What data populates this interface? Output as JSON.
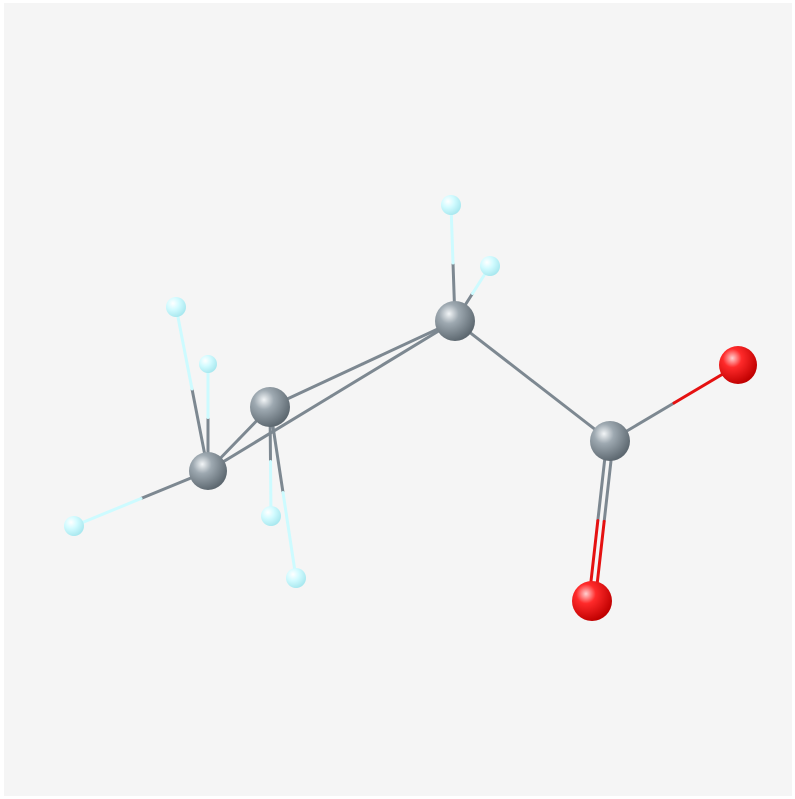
{
  "viewer": {
    "background": "#f5f5f5"
  },
  "element_colors": {
    "C": "#8f9aa3",
    "H": "#d6ffff",
    "O": "#ff1a1a"
  },
  "atoms": [
    {
      "id": "C1",
      "element": "C",
      "icon": "carbon-atom-icon"
    },
    {
      "id": "C2",
      "element": "C",
      "icon": "carbon-atom-icon"
    },
    {
      "id": "C3",
      "element": "C",
      "icon": "carbon-atom-icon"
    },
    {
      "id": "C4",
      "element": "C",
      "icon": "carbon-atom-icon"
    },
    {
      "id": "O1",
      "element": "O",
      "icon": "oxygen-atom-icon"
    },
    {
      "id": "O2",
      "element": "O",
      "icon": "oxygen-atom-icon"
    },
    {
      "id": "H1",
      "element": "H",
      "icon": "hydrogen-atom-icon"
    },
    {
      "id": "H2",
      "element": "H",
      "icon": "hydrogen-atom-icon"
    },
    {
      "id": "H3",
      "element": "H",
      "icon": "hydrogen-atom-icon"
    },
    {
      "id": "H4",
      "element": "H",
      "icon": "hydrogen-atom-icon"
    },
    {
      "id": "H5",
      "element": "H",
      "icon": "hydrogen-atom-icon"
    },
    {
      "id": "H6",
      "element": "H",
      "icon": "hydrogen-atom-icon"
    },
    {
      "id": "H7",
      "element": "H",
      "icon": "hydrogen-atom-icon"
    }
  ],
  "bonds": [
    {
      "a": "C1",
      "b": "C2",
      "order": 1
    },
    {
      "a": "C1",
      "b": "C3",
      "order": 1
    },
    {
      "a": "C3",
      "b": "C4",
      "order": 1
    },
    {
      "a": "C2",
      "b": "C3",
      "order": 1
    },
    {
      "a": "C4",
      "b": "O1",
      "order": 1
    },
    {
      "a": "C4",
      "b": "O2",
      "order": 2
    },
    {
      "a": "C1",
      "b": "H1",
      "order": 1
    },
    {
      "a": "C1",
      "b": "H2",
      "order": 1
    },
    {
      "a": "C1",
      "b": "H3",
      "order": 1
    },
    {
      "a": "C2",
      "b": "H4",
      "order": 1
    },
    {
      "a": "C2",
      "b": "H5",
      "order": 1
    },
    {
      "a": "C3",
      "b": "H6",
      "order": 1
    },
    {
      "a": "C3",
      "b": "H7",
      "order": 1
    }
  ]
}
